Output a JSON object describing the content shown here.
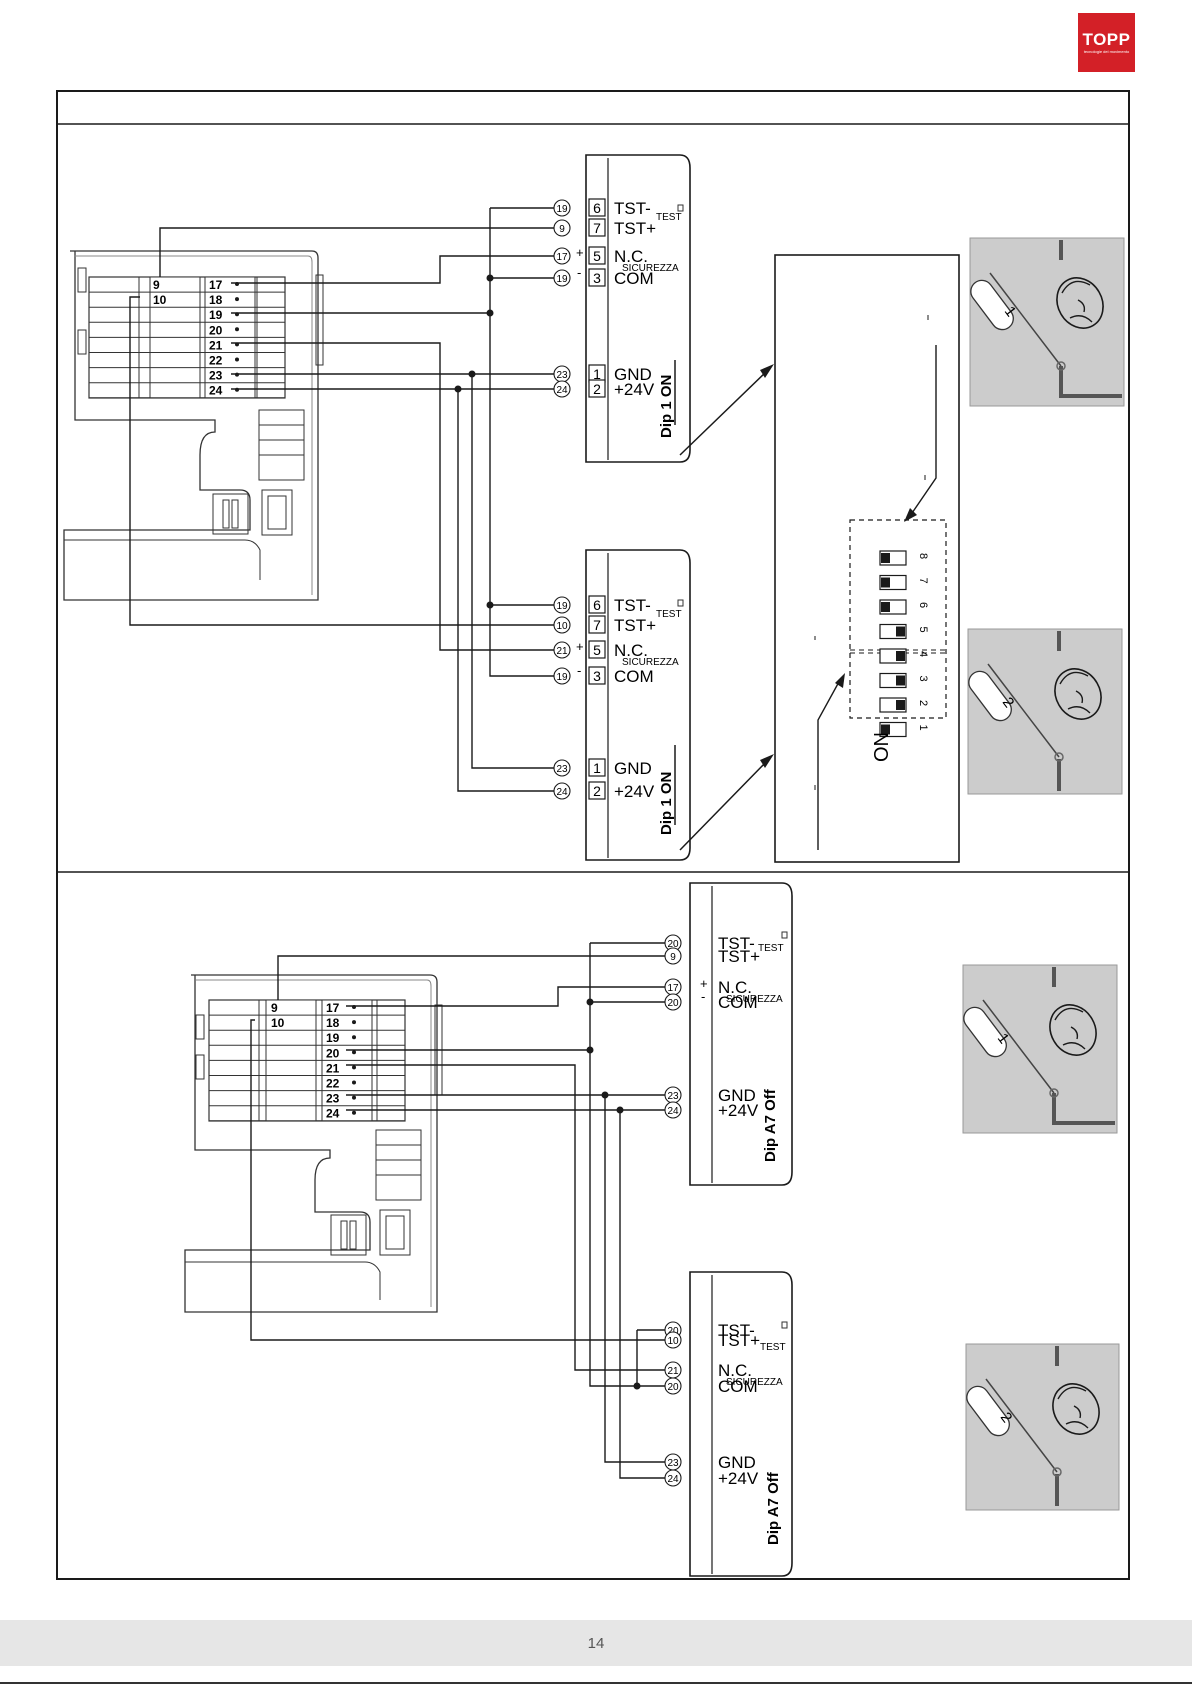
{
  "logo": {
    "brand": "TOPP",
    "tagline": "tecnologie del movimento"
  },
  "footer": {
    "page_number": "14"
  },
  "colors": {
    "brand": "#d32027",
    "line": "#1a1a1a",
    "panel": "#cccccc",
    "footer": "#e6e6e6"
  },
  "board": {
    "rows_right": [
      "17",
      "18",
      "19",
      "20",
      "21",
      "22",
      "23",
      "24"
    ],
    "rows_left": [
      "9",
      "10"
    ]
  },
  "sensor_top_1": {
    "terminals": [
      {
        "wire": "19",
        "num": "6",
        "label": "TST-"
      },
      {
        "wire": "9",
        "num": "7",
        "label": "TST+"
      },
      {
        "wire": "17",
        "num": "5",
        "label": "N.C."
      },
      {
        "wire": "19",
        "num": "3",
        "label": "COM"
      },
      {
        "wire": "23",
        "num": "1",
        "label": "GND"
      },
      {
        "wire": "24",
        "num": "2",
        "label": "+24V"
      }
    ],
    "test_label": "TEST",
    "safety_label": "SICUREZZA",
    "plus": "+",
    "minus": "-",
    "dip": "Dip 1 ON"
  },
  "sensor_top_2": {
    "terminals": [
      {
        "wire": "19",
        "num": "6",
        "label": "TST-"
      },
      {
        "wire": "10",
        "num": "7",
        "label": "TST+"
      },
      {
        "wire": "21",
        "num": "5",
        "label": "N.C."
      },
      {
        "wire": "19",
        "num": "3",
        "label": "COM"
      },
      {
        "wire": "23",
        "num": "1",
        "label": "GND"
      },
      {
        "wire": "24",
        "num": "2",
        "label": "+24V"
      }
    ],
    "test_label": "TEST",
    "safety_label": "SICUREZZA",
    "plus": "+",
    "minus": "-",
    "dip": "Dip 1 ON"
  },
  "sensor_bottom_1": {
    "terminals": [
      {
        "wire": "20",
        "label": "TST-"
      },
      {
        "wire": "9",
        "label": "TST+"
      },
      {
        "wire": "17",
        "label": "N.C."
      },
      {
        "wire": "20",
        "label": "COM"
      },
      {
        "wire": "23",
        "label": "GND"
      },
      {
        "wire": "24",
        "label": "+24V"
      }
    ],
    "test_label": "TEST",
    "safety_label": "SICUREZZA",
    "plus": "+",
    "minus": "-",
    "dip": "Dip A7 Off"
  },
  "sensor_bottom_2": {
    "terminals": [
      {
        "wire": "20",
        "label": "TST-"
      },
      {
        "wire": "10",
        "label": "TST+"
      },
      {
        "wire": "21",
        "label": "N.C."
      },
      {
        "wire": "20",
        "label": "COM"
      },
      {
        "wire": "23",
        "label": "GND"
      },
      {
        "wire": "24",
        "label": "+24V"
      }
    ],
    "test_label": "TEST",
    "safety_label": "SICUREZZA",
    "dip": "Dip A7 Off"
  },
  "dip_switch": {
    "on_label": "ON",
    "numbers": [
      "8",
      "7",
      "6",
      "5",
      "4",
      "3",
      "2",
      "1"
    ]
  },
  "door_icons": {
    "top_1": "1",
    "top_2": "2",
    "bottom_1": "1",
    "bottom_2": "2"
  }
}
